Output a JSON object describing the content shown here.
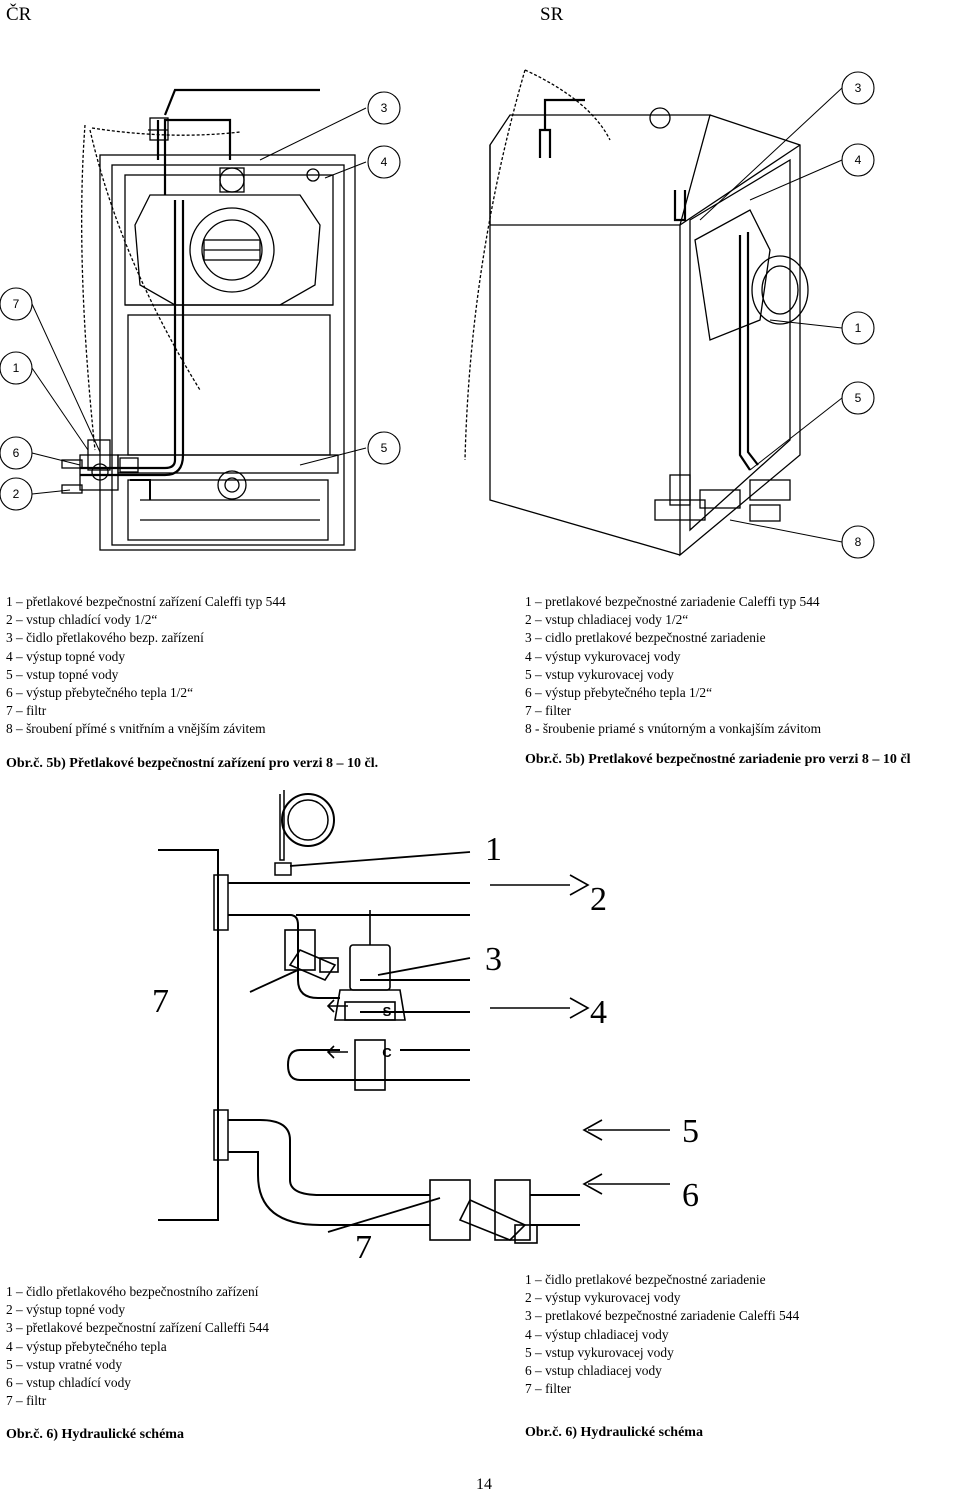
{
  "header": {
    "left": "ČR",
    "right": "SR"
  },
  "figure5": {
    "cz_callouts": [
      "3",
      "4",
      "7",
      "1",
      "6",
      "2",
      "5"
    ],
    "sk_callouts": [
      "3",
      "4",
      "1",
      "5",
      "8"
    ],
    "cz_legend": [
      "1 – přetlakové bezpečnostní zařízení Caleffi typ 544",
      "2 – vstup chladící vody 1/2“",
      "3 – čidlo přetlakového bezp. zařízení",
      "4 – výstup topné vody",
      "5 – vstup topné vody",
      "6 – výstup přebytečného tepla  1/2“",
      "7 – filtr",
      "8 – šroubení přímé s vnitřním a vnějším závitem"
    ],
    "cz_caption": "Obr.č. 5b)  Přetlakové bezpečnostní zařízení pro verzi 8 – 10 čl.",
    "sk_legend": [
      "1 – pretlakové bezpečnostné zariadenie Caleffi typ 544",
      "2 – vstup chladiacej vody  1/2“",
      "3 – cidlo pretlakové bezpečnostné zariadenie",
      "4 – výstup  vykurovacej vody",
      "5 – vstup vykurovacej vody",
      "6 – výstup přebytečného tepla  1/2“",
      "7 – filter",
      "8 -  šroubenie priamé s vnútorným a vonkajším závitom"
    ],
    "sk_caption": "Obr.č. 5b) Pretlakové bezpečnostné zariadenie  pro verzi 8 – 10 čl"
  },
  "figure6": {
    "labels": [
      "1",
      "2",
      "3",
      "4",
      "5",
      "6",
      "7",
      "7"
    ],
    "valve_letters": [
      "S",
      "C"
    ],
    "cz_legend": [
      "1 – čidlo přetlakového bezpečnostního zařízení",
      "2 – výstup topné vody",
      "3 – přetlakové bezpečnostní  zařízení  Calleffi 544",
      "4 – výstup přebytečného tepla",
      "5 – vstup vratné vody",
      "6 – vstup chladící vody",
      "7 – filtr"
    ],
    "cz_caption": "Obr.č. 6) Hydraulické schéma",
    "sk_legend": [
      "1 – čidlo pretlakové bezpečnostné zariadenie",
      "2 – výstup vykurovacej vody",
      "3 – pretlakové bezpečnostné zariadenie Caleffi 544",
      "4 – výstup chladiacej vody",
      "5 – vstup vykurovacej vody",
      "6 – vstup chladiacej vody",
      "7 – filter"
    ],
    "sk_caption": "Obr.č. 6)  Hydraulické schéma"
  },
  "page_number": "14"
}
